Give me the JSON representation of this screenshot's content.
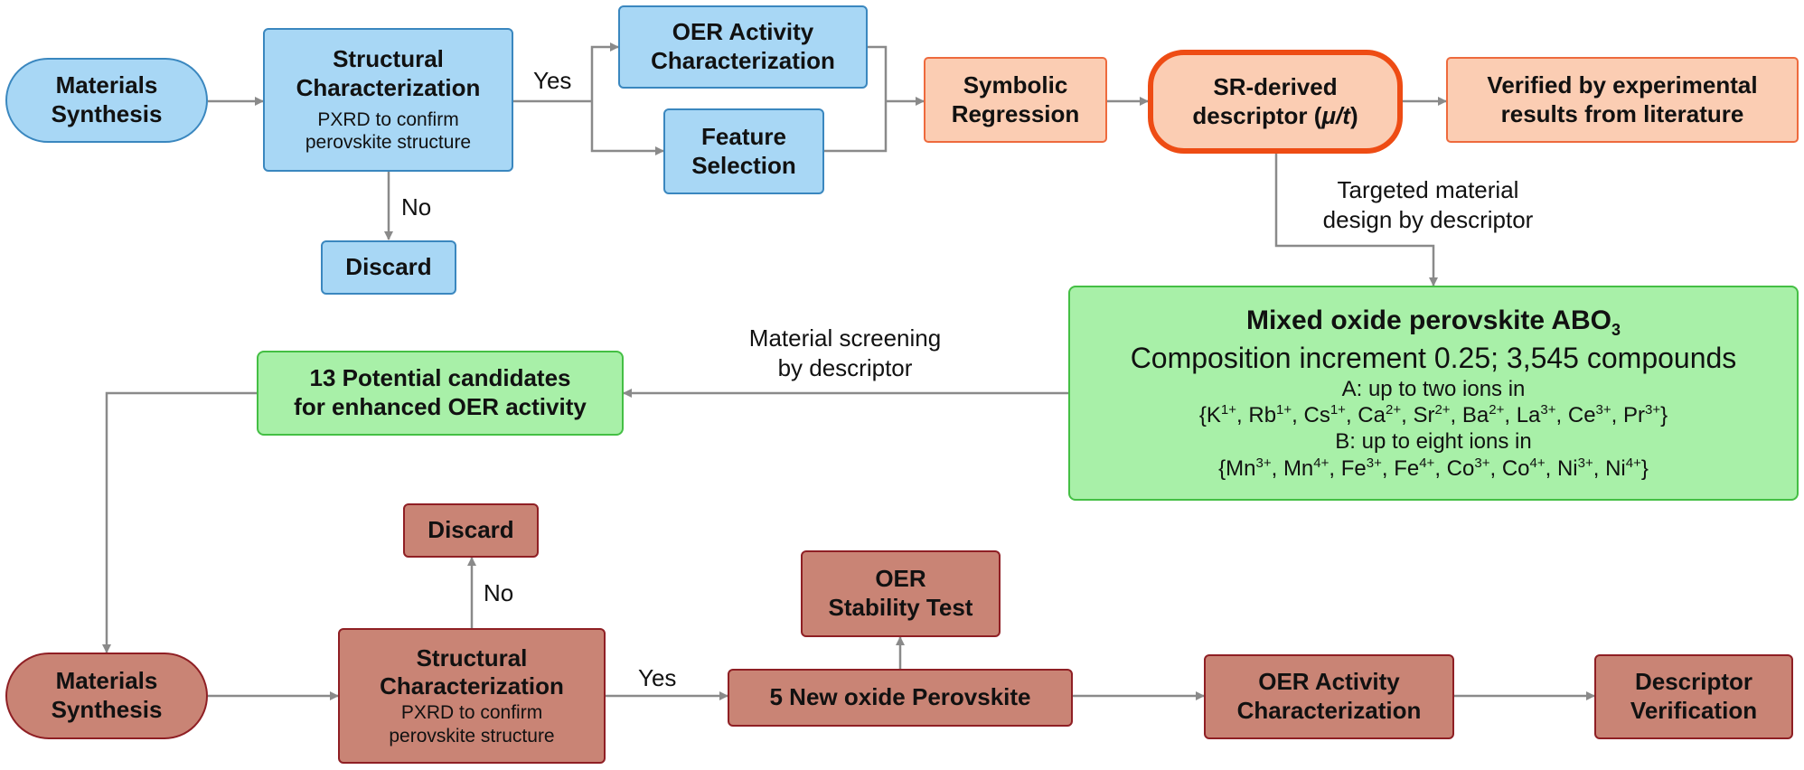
{
  "colors": {
    "blue_fill": "#a8d7f5",
    "blue_border": "#3a87bf",
    "orange_fill": "#fbcdb3",
    "orange_border": "#ee6a3d",
    "green_fill": "#a8f0a8",
    "green_border": "#44bf44",
    "red_fill": "#c98475",
    "red_border": "#8f1f24",
    "arrow": "#8a8a8a"
  },
  "top": {
    "synthesis": {
      "line1": "Materials",
      "line2": "Synthesis"
    },
    "structural": {
      "title1": "Structural",
      "title2": "Characterization",
      "sub1": "PXRD to confirm",
      "sub2": "perovskite structure"
    },
    "discard": "Discard",
    "oer_activity": {
      "line1": "OER Activity",
      "line2": "Characterization"
    },
    "feature_selection": {
      "line1": "Feature",
      "line2": "Selection"
    },
    "symbolic_regression": {
      "line1": "Symbolic",
      "line2": "Regression"
    },
    "sr_descriptor": {
      "line1": "SR-derived",
      "line2_pre": "descriptor (",
      "line2_math": "μ/t",
      "line2_post": ")"
    },
    "verified": {
      "line1": "Verified by experimental",
      "line2": "results from literature"
    },
    "yes_label": "Yes",
    "no_label": "No",
    "targeted_label": {
      "line1": "Targeted material",
      "line2": "design by descriptor"
    }
  },
  "perovskite": {
    "title_pre": "Mixed oxide perovskite ABO",
    "title_sub": "3",
    "line2": "Composition increment 0.25;  3,545 compounds",
    "a_label": "A: up to two ions in",
    "b_label": "B: up to eight ions in",
    "a_ions": [
      {
        "el": "K",
        "ch": "1+"
      },
      {
        "el": "Rb",
        "ch": "1+"
      },
      {
        "el": "Cs",
        "ch": "1+"
      },
      {
        "el": "Ca",
        "ch": "2+"
      },
      {
        "el": "Sr",
        "ch": "2+"
      },
      {
        "el": "Ba",
        "ch": "2+"
      },
      {
        "el": "La",
        "ch": "3+"
      },
      {
        "el": "Ce",
        "ch": "3+"
      },
      {
        "el": "Pr",
        "ch": "3+"
      }
    ],
    "b_ions": [
      {
        "el": "Mn",
        "ch": "3+"
      },
      {
        "el": "Mn",
        "ch": "4+"
      },
      {
        "el": "Fe",
        "ch": "3+"
      },
      {
        "el": "Fe",
        "ch": "4+"
      },
      {
        "el": "Co",
        "ch": "3+"
      },
      {
        "el": "Co",
        "ch": "4+"
      },
      {
        "el": "Ni",
        "ch": "3+"
      },
      {
        "el": "Ni",
        "ch": "4+"
      }
    ]
  },
  "screening_label": {
    "line1": "Material screening",
    "line2": "by descriptor"
  },
  "candidates": {
    "line1": "13 Potential candidates",
    "line2": "for enhanced OER activity"
  },
  "bottom": {
    "synthesis": {
      "line1": "Materials",
      "line2": "Synthesis"
    },
    "structural": {
      "title1": "Structural",
      "title2": "Characterization",
      "sub1": "PXRD to confirm",
      "sub2": "perovskite structure"
    },
    "discard": "Discard",
    "no_label": "No",
    "yes_label": "Yes",
    "new_perovskite": "5 New oxide Perovskite",
    "stability": {
      "line1": "OER",
      "line2": "Stability Test"
    },
    "oer_activity": {
      "line1": "OER Activity",
      "line2": "Characterization"
    },
    "descriptor_verification": {
      "line1": "Descriptor",
      "line2": "Verification"
    }
  }
}
